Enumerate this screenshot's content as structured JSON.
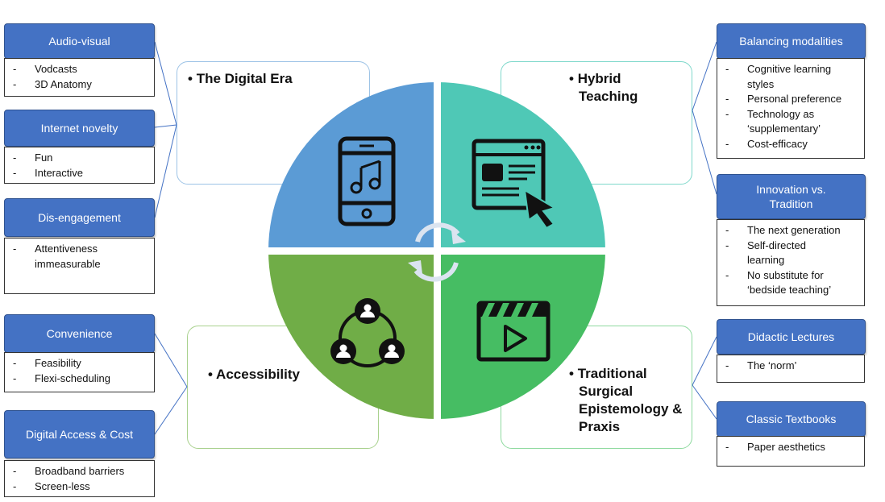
{
  "colors": {
    "label_fill": "#4472c4",
    "quadrant_top_left": "#5b9bd5",
    "quadrant_top_right": "#4fc8b6",
    "quadrant_bottom_left": "#70ad47",
    "quadrant_bottom_right": "#46bd63",
    "icon": "#111111",
    "arrow": "#dbe4f0"
  },
  "quadrants": {
    "top_left": {
      "title": "The Digital Era",
      "icon": "smartphone-music-icon"
    },
    "top_right": {
      "title_line1": "Hybrid",
      "title_line2": "Teaching",
      "icon": "web-browser-cursor-icon"
    },
    "bottom_left": {
      "title": "Accessibility",
      "icon": "connected-users-icon"
    },
    "bottom_right": {
      "title_line1": "Traditional",
      "title_line2": "Surgical",
      "title_line3": "Epistemology &",
      "title_line4": "Praxis",
      "icon": "video-clapperboard-icon"
    }
  },
  "bullet": "•",
  "dash": "-",
  "left_groups": [
    {
      "label": "Audio-visual",
      "items": [
        "Vodcasts",
        "3D Anatomy"
      ]
    },
    {
      "label": "Internet novelty",
      "items": [
        "Fun",
        "Interactive"
      ]
    },
    {
      "label": "Dis-engagement",
      "items": [
        "Attentiveness immeasurable"
      ]
    },
    {
      "label": "Convenience",
      "items": [
        "Feasibility",
        "Flexi-scheduling"
      ]
    },
    {
      "label": "Digital Access & Cost",
      "items": [
        "Broadband barriers",
        "Screen-less"
      ]
    }
  ],
  "right_groups": [
    {
      "label": "Balancing modalities",
      "items": [
        "Cognitive learning styles",
        "Personal preference",
        "Technology as ‘supplementary’",
        "Cost-efficacy"
      ]
    },
    {
      "label_line1": "Innovation vs.",
      "label_line2": "Tradition",
      "items": [
        "The next generation",
        "Self-directed learning",
        "No substitute for ‘bedside teaching’"
      ]
    },
    {
      "label": "Didactic Lectures",
      "items": [
        "The ‘norm’"
      ]
    },
    {
      "label": "Classic Textbooks",
      "items": [
        "Paper aesthetics"
      ]
    }
  ]
}
